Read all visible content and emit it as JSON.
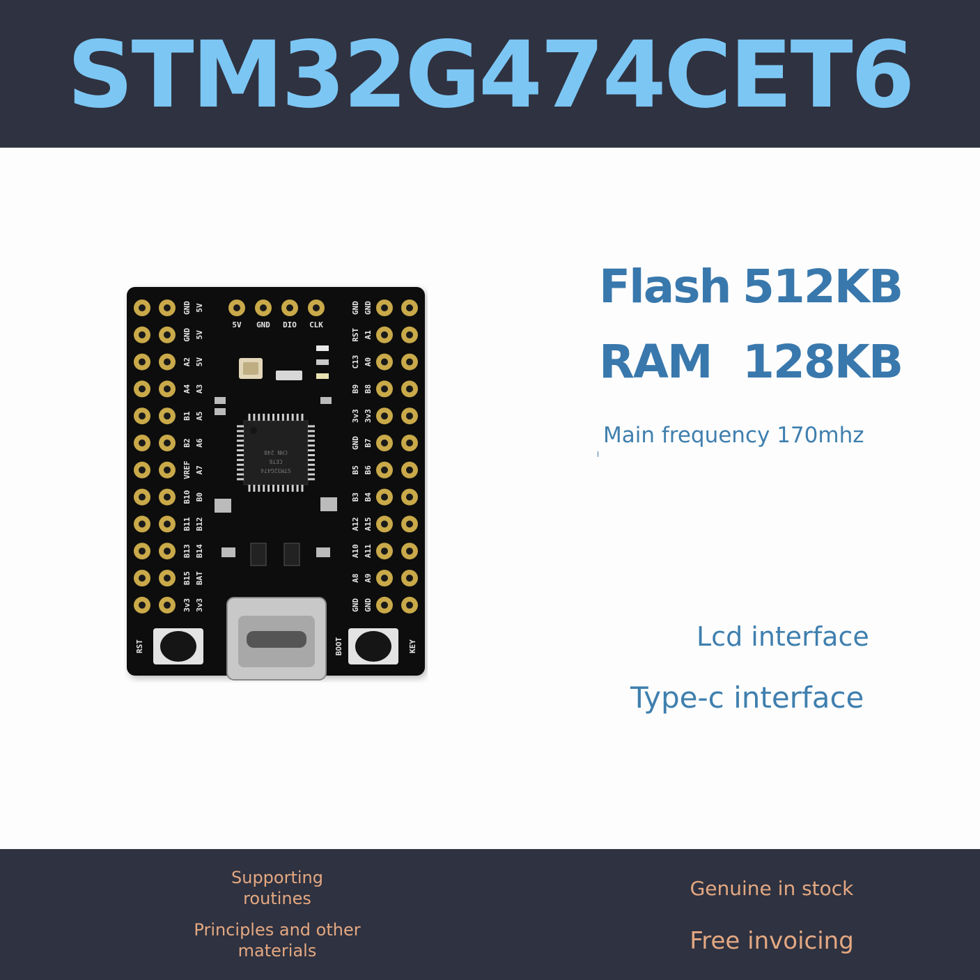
{
  "header": {
    "title": "STM32G474CET6"
  },
  "specs": {
    "flash_label": "Flash",
    "flash_value": "512KB",
    "ram_label": "RAM",
    "ram_value": "128KB",
    "frequency": "Main frequency 170mhz"
  },
  "features": {
    "lcd": "Lcd interface",
    "typec": "Type-c interface"
  },
  "board": {
    "top_header_labels": [
      "5V",
      "GND",
      "DIO",
      "CLK"
    ],
    "left_pins_inner": [
      "GND",
      "GND",
      "A2",
      "A4",
      "B1",
      "B2",
      "VREF",
      "B10",
      "B11",
      "B13",
      "B15",
      "3v3"
    ],
    "left_pins_outer": [
      "5V",
      "5V",
      "5V",
      "A3",
      "A5",
      "A6",
      "A7",
      "B0",
      "B12",
      "B14",
      "BAT",
      "3v3"
    ],
    "right_pins_inner": [
      "GND",
      "RST",
      "C13",
      "B9",
      "3v3",
      "GND",
      "B5",
      "B3",
      "A12",
      "A10",
      "A8",
      "GND"
    ],
    "right_pins_outer": [
      "GND",
      "A1",
      "A0",
      "B8",
      "3v3",
      "B7",
      "B6",
      "B4",
      "A15",
      "A11",
      "A9",
      "GND"
    ],
    "button_labels": [
      "RST",
      "BOOT",
      "KEY"
    ],
    "colors": {
      "pcb": "#0b0b0b",
      "pad": "#c9a949",
      "silkscreen": "#e6e6e6"
    }
  },
  "footer": {
    "left_line1": "Supporting routines",
    "left_line2": "Principles and other materials",
    "right_line1": "Genuine in stock",
    "right_line2": "Free invoicing"
  },
  "colors": {
    "band_bg": "#2f3240",
    "title": "#7cc6f4",
    "spec_text": "#3978ac",
    "footer_text": "#e4a882"
  }
}
